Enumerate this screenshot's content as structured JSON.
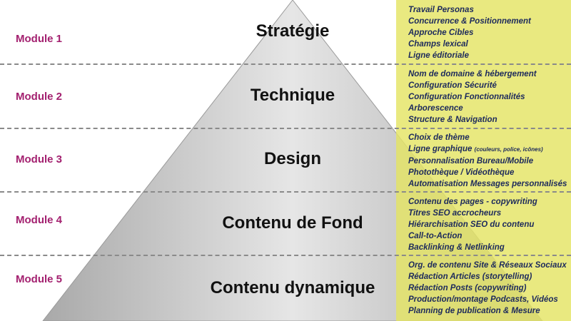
{
  "modules": [
    {
      "label": "Module 1",
      "stage": "Stratégie",
      "items": [
        "Travail Personas",
        "Concurrence & Positionnement",
        "Approche Cibles",
        "Champs lexical",
        "Ligne éditoriale"
      ]
    },
    {
      "label": "Module 2",
      "stage": "Technique",
      "items": [
        "Nom de domaine & hébergement",
        "Configuration Sécurité",
        "Configuration Fonctionnalités",
        "Arborescence",
        "Structure & Navigation"
      ]
    },
    {
      "label": "Module 3",
      "stage": "Design",
      "items": [
        "Choix de thème",
        "Ligne graphique",
        "Personnalisation Bureau/Mobile",
        "Photothèque / Vidéothèque",
        "Automatisation Messages personnalisés"
      ],
      "item_note": "(couleurs, police, icônes)"
    },
    {
      "label": "Module 4",
      "stage": "Contenu de Fond",
      "items": [
        "Contenu des pages - copywriting",
        "Titres SEO accrocheurs",
        "Hiérarchisation SEO du contenu",
        "Call-to-Action",
        "Backlinking & Netlinking"
      ]
    },
    {
      "label": "Module 5",
      "stage": "Contenu dynamique",
      "items": [
        "Org. de contenu Site & Réseaux Sociaux",
        "Rédaction Articles (storytelling)",
        "Rédaction Posts (copywriting)",
        "Production/montage Podcasts, Vidéos",
        "Planning de publication & Mesure"
      ]
    }
  ],
  "colors": {
    "module": "#a3206f",
    "items": "#1d2a5c",
    "panel": "#e4e464"
  }
}
